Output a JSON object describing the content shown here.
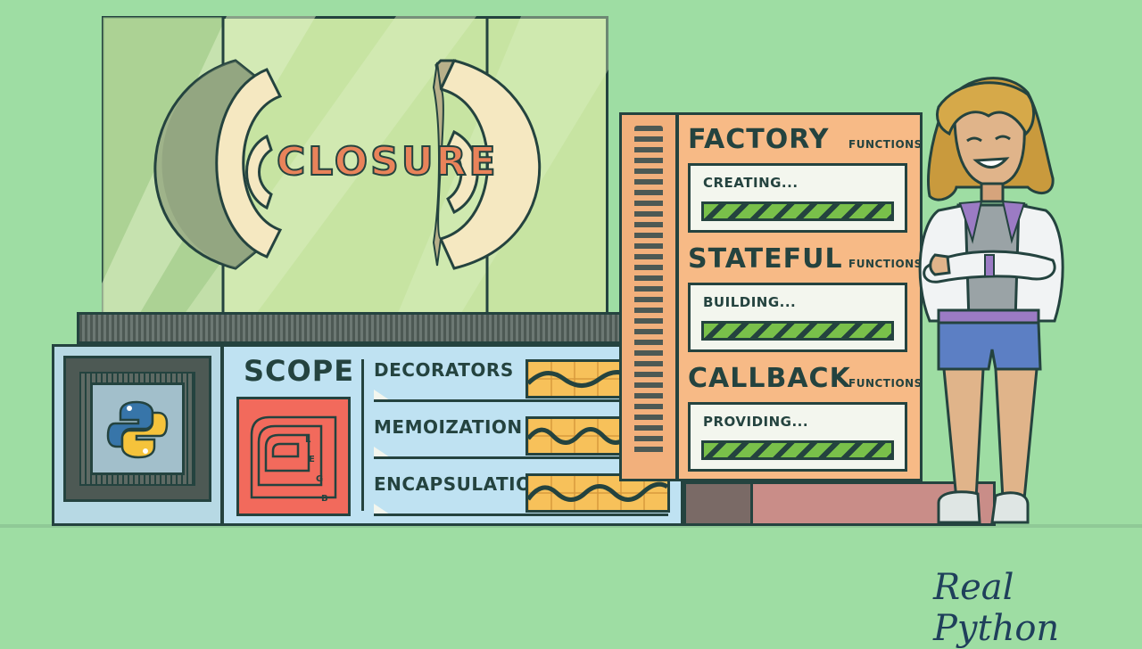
{
  "closure_panel": {
    "word": "CLOSURE"
  },
  "scope_panel": {
    "title": "SCOPE",
    "legb": [
      "L",
      "E",
      "G",
      "B"
    ],
    "items": [
      {
        "label": "DECORATORS"
      },
      {
        "label": "MEMOIZATION"
      },
      {
        "label": "ENCAPSULATION"
      }
    ]
  },
  "functions_panel": {
    "sections": [
      {
        "title": "FACTORY",
        "suffix": "FUNCTIONS",
        "status": "CREATING...",
        "progress": 1.0
      },
      {
        "title": "STATEFUL",
        "suffix": "FUNCTIONS",
        "status": "BUILDING...",
        "progress": 1.0
      },
      {
        "title": "CALLBACK",
        "suffix": "FUNCTIONS",
        "status": "PROVIDING...",
        "progress": 1.0
      }
    ]
  },
  "brand": {
    "name": "Real Python"
  },
  "colors": {
    "background": "#9edda3",
    "ink": "#24433f",
    "accent_orange": "#e9835a",
    "progress_green": "#79c04a",
    "scope_blue": "#bfe2f2",
    "panel_orange": "#f7ba86"
  }
}
